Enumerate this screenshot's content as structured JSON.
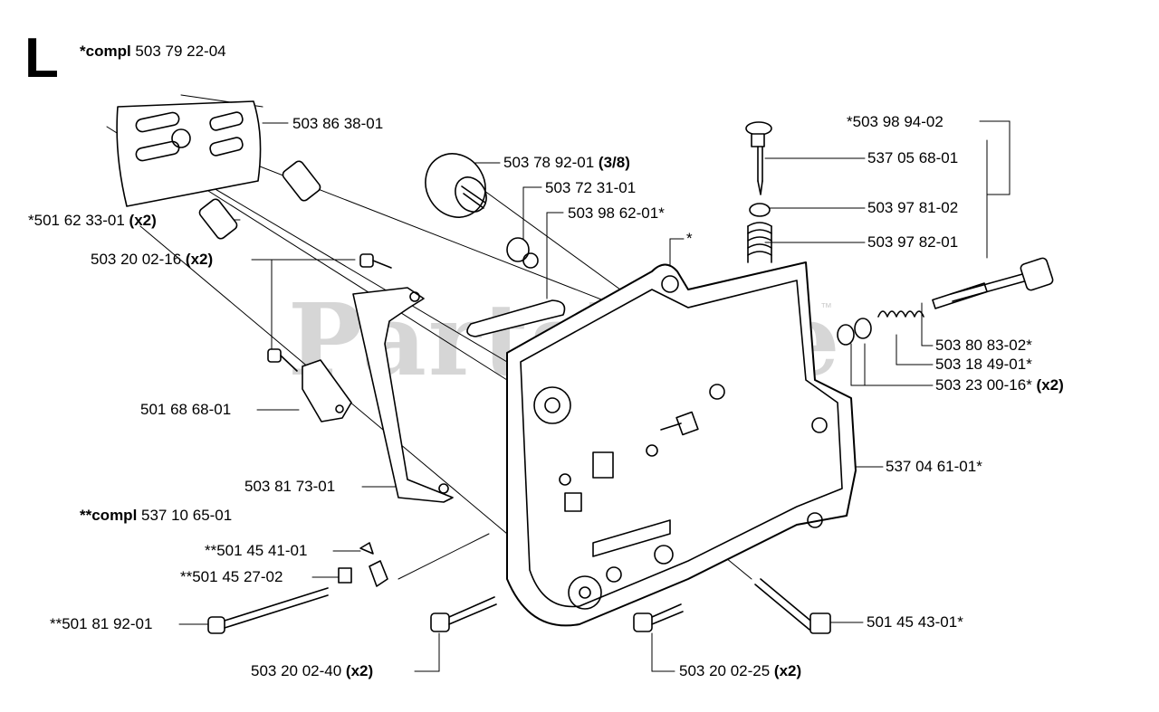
{
  "section_letter": "L",
  "watermark": "PartsTree",
  "watermark_tm": "™",
  "labels": [
    {
      "id": "compl-1",
      "prefix": "*compl",
      "text": " 503 79 22-04",
      "suffix": ""
    },
    {
      "id": "p-50386",
      "prefix": "",
      "text": "503 86 38-01",
      "suffix": ""
    },
    {
      "id": "p-50378",
      "prefix": "",
      "text": "503 78 92-01 ",
      "suffix": "(3/8)"
    },
    {
      "id": "p-50372",
      "prefix": "",
      "text": "503 72 31-01",
      "suffix": ""
    },
    {
      "id": "p-50398",
      "prefix": "",
      "text": "503 98 62-01*",
      "suffix": ""
    },
    {
      "id": "p-50162",
      "prefix": "",
      "text": "*501 62 33-01 ",
      "suffix": "(x2)"
    },
    {
      "id": "p-503200216",
      "prefix": "",
      "text": "503 20 02-16 ",
      "suffix": "(x2)"
    },
    {
      "id": "p-star",
      "prefix": "",
      "text": "*",
      "suffix": ""
    },
    {
      "id": "p-503989402",
      "prefix": "",
      "text": "*503 98 94-02",
      "suffix": ""
    },
    {
      "id": "p-537056801",
      "prefix": "",
      "text": "537 05 68-01",
      "suffix": ""
    },
    {
      "id": "p-503978102",
      "prefix": "",
      "text": "503 97 81-02",
      "suffix": ""
    },
    {
      "id": "p-503978201",
      "prefix": "",
      "text": "503 97 82-01",
      "suffix": ""
    },
    {
      "id": "p-503808302",
      "prefix": "",
      "text": "503 80 83-02*",
      "suffix": ""
    },
    {
      "id": "p-503184901",
      "prefix": "",
      "text": "503 18 49-01*",
      "suffix": ""
    },
    {
      "id": "p-503230016",
      "prefix": "",
      "text": "503 23 00-16* ",
      "suffix": "(x2)"
    },
    {
      "id": "p-501686801",
      "prefix": "",
      "text": "501 68 68-01",
      "suffix": ""
    },
    {
      "id": "p-537046101",
      "prefix": "",
      "text": "537 04 61-01*",
      "suffix": ""
    },
    {
      "id": "p-503817301",
      "prefix": "",
      "text": "503 81 73-01",
      "suffix": ""
    },
    {
      "id": "compl-2",
      "prefix": "**compl",
      "text": " 537 10 65-01",
      "suffix": ""
    },
    {
      "id": "p-501454101",
      "prefix": "",
      "text": "**501 45 41-01",
      "suffix": ""
    },
    {
      "id": "p-501452702",
      "prefix": "",
      "text": "**501 45 27-02",
      "suffix": ""
    },
    {
      "id": "p-501819201",
      "prefix": "",
      "text": "**501 81 92-01",
      "suffix": ""
    },
    {
      "id": "p-501454301",
      "prefix": "",
      "text": "501 45 43-01*",
      "suffix": ""
    },
    {
      "id": "p-503200240",
      "prefix": "",
      "text": "503 20 02-40 ",
      "suffix": "(x2)"
    },
    {
      "id": "p-503200225",
      "prefix": "",
      "text": "503 20 02-25 ",
      "suffix": "(x2)"
    }
  ]
}
